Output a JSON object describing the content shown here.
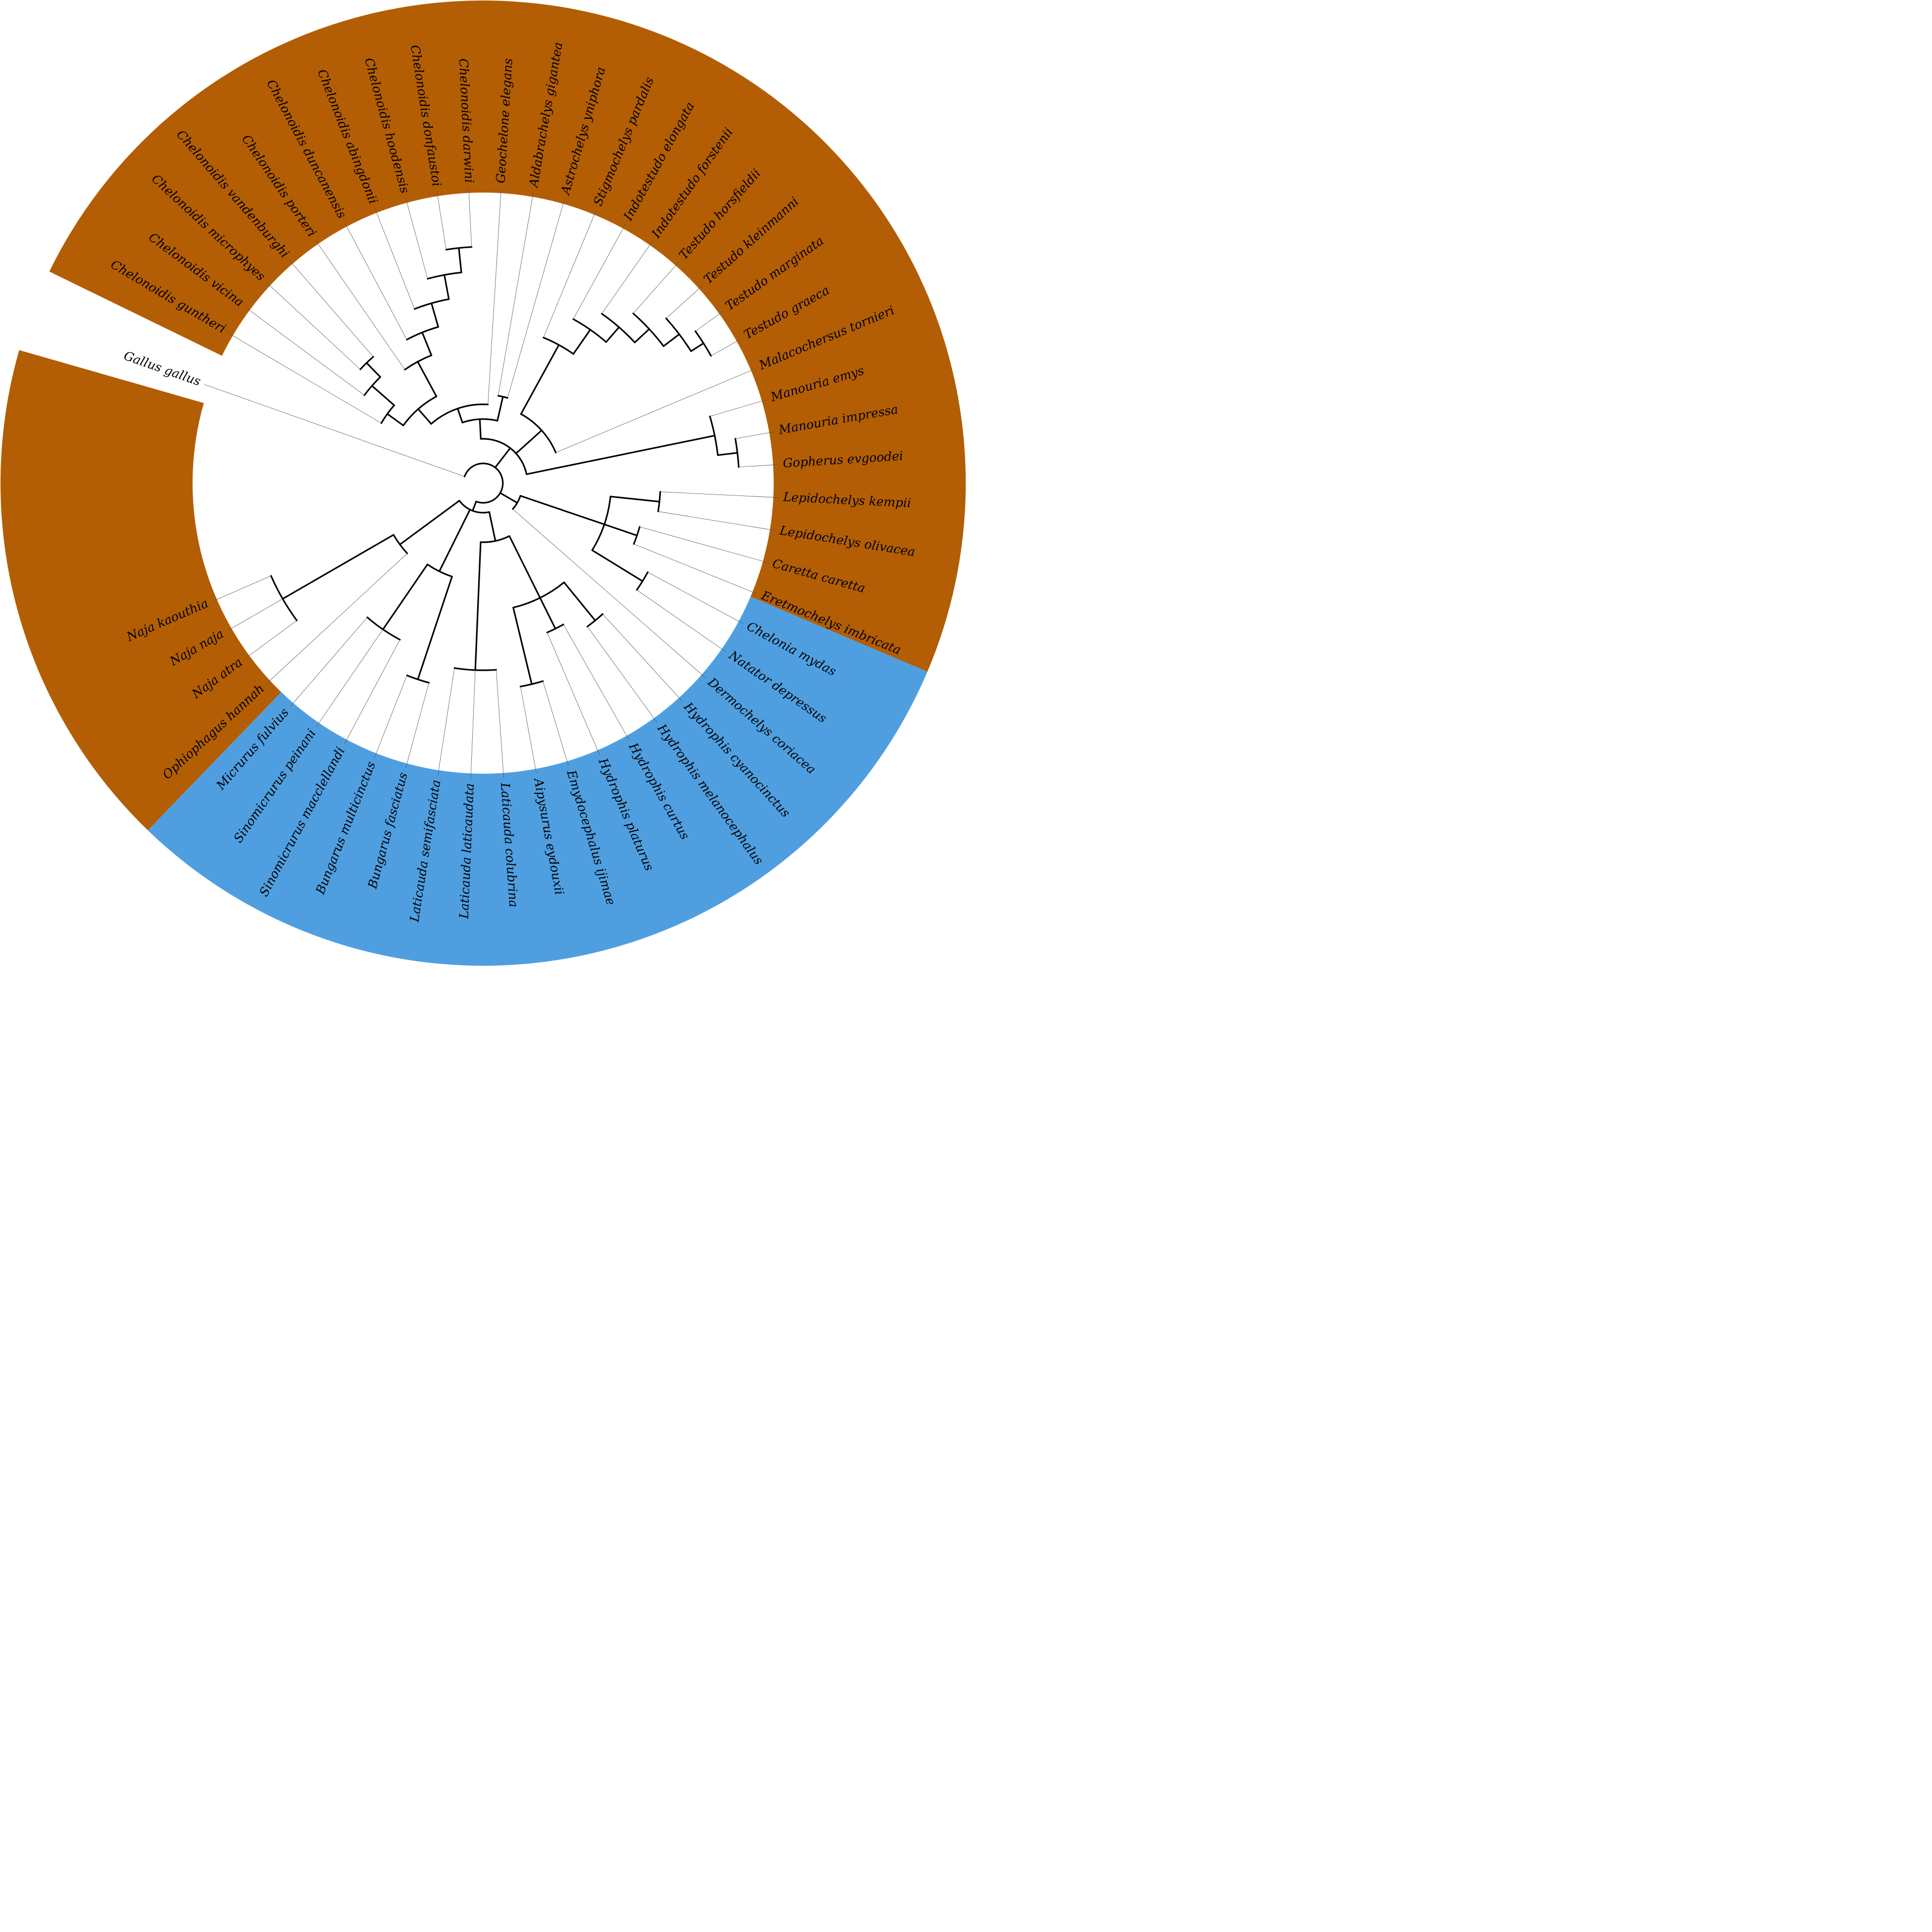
{
  "figure": {
    "type": "circular-phylogenetic-tree",
    "colors": {
      "band_brown": "#B35E05",
      "band_blue": "#4F9FE0",
      "branch": "#000000",
      "leader": "#666666",
      "background": "#ffffff"
    }
  },
  "bands": [
    {
      "name": "terrestrial-turtles-band",
      "color": "#B35E05",
      "start_deg": -154,
      "end_deg": 23
    },
    {
      "name": "marine-band",
      "color": "#4F9FE0",
      "start_deg": 23,
      "end_deg": 134
    },
    {
      "name": "terrestrial-snakes-band",
      "color": "#B35E05",
      "start_deg": 134,
      "end_deg": 196
    }
  ],
  "leaves": [
    {
      "label": "Gallus gallus",
      "angle": -160.5,
      "band": "none"
    },
    {
      "label": "Chelonoidis guntheri",
      "angle": -149.5
    },
    {
      "label": "Chelonoidis vicina",
      "angle": -143.5
    },
    {
      "label": "Chelonoidis microphyes",
      "angle": -137.2
    },
    {
      "label": "Chelonoidis vandenburghi",
      "angle": -131.0
    },
    {
      "label": "Chelonoidis porteri",
      "angle": -124.6
    },
    {
      "label": "Chelonoidis duncanensis",
      "angle": -118.0
    },
    {
      "label": "Chelonoidis abingdonii",
      "angle": -111.5
    },
    {
      "label": "Chelonoidis hoodensis",
      "angle": -105.2
    },
    {
      "label": "Chelonoidis donfaustoi",
      "angle": -99.0
    },
    {
      "label": "Chelonoidis darwini",
      "angle": -92.8
    },
    {
      "label": "Geochelone elegans",
      "angle": -86.5
    },
    {
      "label": "Aldabrachelys gigantea",
      "angle": -80.2
    },
    {
      "label": "Astrochelys yniphora",
      "angle": -74.0
    },
    {
      "label": "Stigmochelys pardalis",
      "angle": -67.5
    },
    {
      "label": "Indotestudo elongata",
      "angle": -61.2
    },
    {
      "label": "Indotestudo forstenii",
      "angle": -55.0
    },
    {
      "label": "Testudo horsfieldii",
      "angle": -48.5
    },
    {
      "label": "Testudo kleinmanni",
      "angle": -42.0
    },
    {
      "label": "Testudo marginata",
      "angle": -35.6
    },
    {
      "label": "Testudo graeca",
      "angle": -29.2
    },
    {
      "label": "Malacochersus tornieri",
      "angle": -22.8
    },
    {
      "label": "Manouria emys",
      "angle": -16.4
    },
    {
      "label": "Manouria impressa",
      "angle": -10.0
    },
    {
      "label": "Gopherus evgoodei",
      "angle": -3.6
    },
    {
      "label": "Lepidochelys kempii",
      "angle": 2.8
    },
    {
      "label": "Lepidochelys olivacea",
      "angle": 9.2
    },
    {
      "label": "Caretta caretta",
      "angle": 15.6
    },
    {
      "label": "Eretmochelys imbricata",
      "angle": 22.0
    },
    {
      "label": "Chelonia mydas",
      "angle": 28.4
    },
    {
      "label": "Natator depressus",
      "angle": 34.8
    },
    {
      "label": "Dermochelys coriacea",
      "angle": 41.2
    },
    {
      "label": "Hydrophis cyanocinctus",
      "angle": 47.6
    },
    {
      "label": "Hydrophis melanocephalus",
      "angle": 54.0
    },
    {
      "label": "Hydrophis curtus",
      "angle": 60.4
    },
    {
      "label": "Hydrophis platurus",
      "angle": 66.8
    },
    {
      "label": "Emydocephalus ijimae",
      "angle": 73.2
    },
    {
      "label": "Aipysurus eydouxii",
      "angle": 79.6
    },
    {
      "label": "Laticauda colubrina",
      "angle": 86.0
    },
    {
      "label": "Laticauda laticaudata",
      "angle": 92.4
    },
    {
      "label": "Laticauda semifasciata",
      "angle": 98.8
    },
    {
      "label": "Bungarus fasciatus",
      "angle": 105.2
    },
    {
      "label": "Bungarus multicinctus",
      "angle": 111.6
    },
    {
      "label": "Sinomicrurus macclellandi",
      "angle": 118.0
    },
    {
      "label": "Sinomicrurus peinani",
      "angle": 124.4
    },
    {
      "label": "Micrurus fulvius",
      "angle": 130.8
    },
    {
      "label": "Ophiophagus hannah",
      "angle": 137.2
    },
    {
      "label": "Naja atra",
      "angle": 143.6
    },
    {
      "label": "Naja naja",
      "angle": 150.0
    },
    {
      "label": "Naja kaouthia",
      "angle": 156.4
    }
  ]
}
